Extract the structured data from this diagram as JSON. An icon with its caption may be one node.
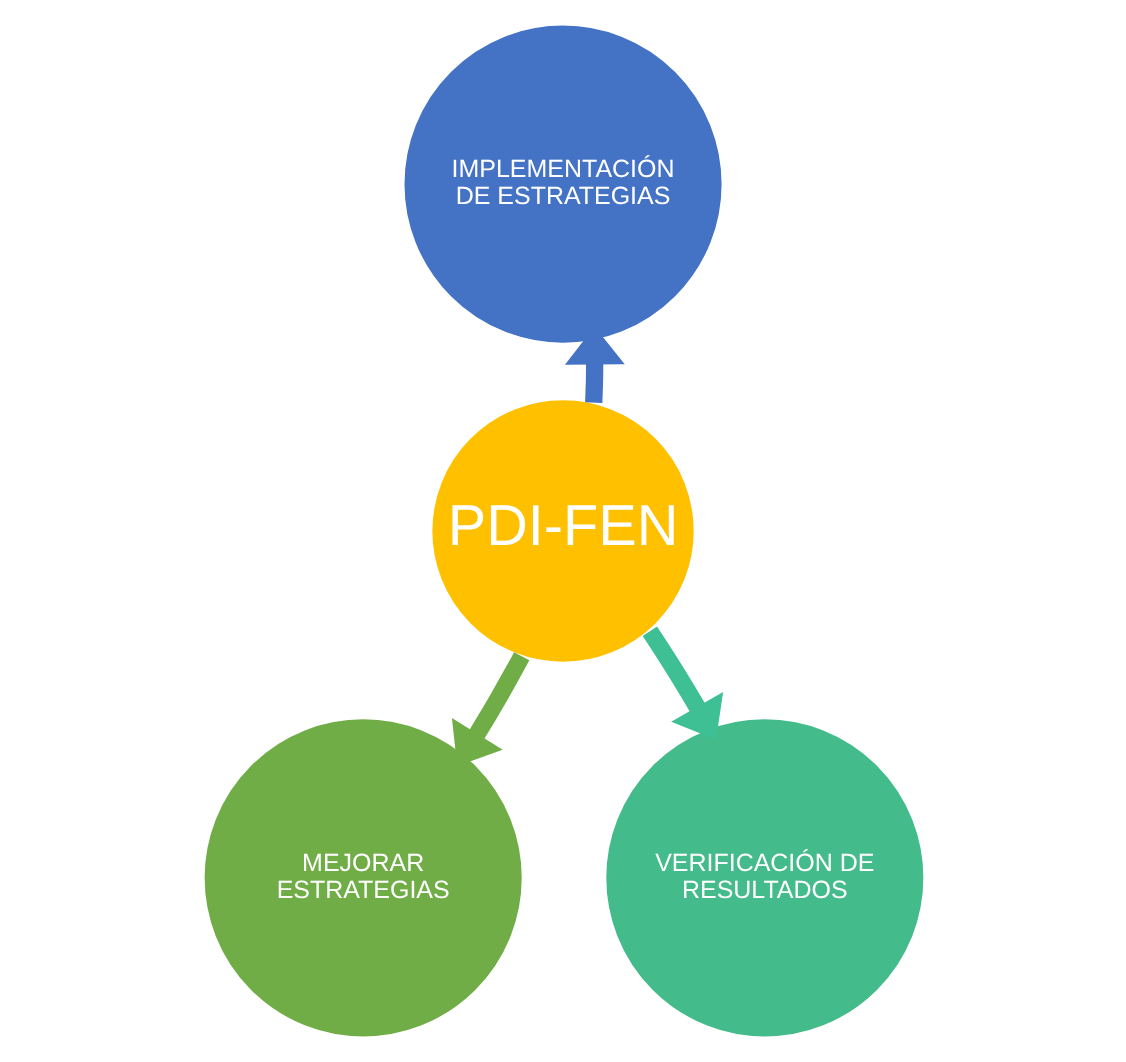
{
  "diagram": {
    "nodes": [
      {
        "text": [
          "IMPLEMENTACIÓN DE ESTRATEGIAS"
        ]
      },
      {
        "text": [
          "PDI-FEN"
        ]
      },
      {
        "text": [
          "MEJORAR ESTRATEGIAS"
        ]
      },
      {
        "text": [
          "VERIFICACIÓN DE RESULTADOS"
        ]
      }
    ],
    "edges": [
      {
        "from": 1,
        "to": 0,
        "arrow": "to",
        "color": "#4472c4"
      },
      {
        "from": 1,
        "to": 2,
        "arrow": "to",
        "color": "#70ad47"
      },
      {
        "from": 1,
        "to": 3,
        "arrow": "to",
        "color": "#3fbf94"
      }
    ]
  }
}
